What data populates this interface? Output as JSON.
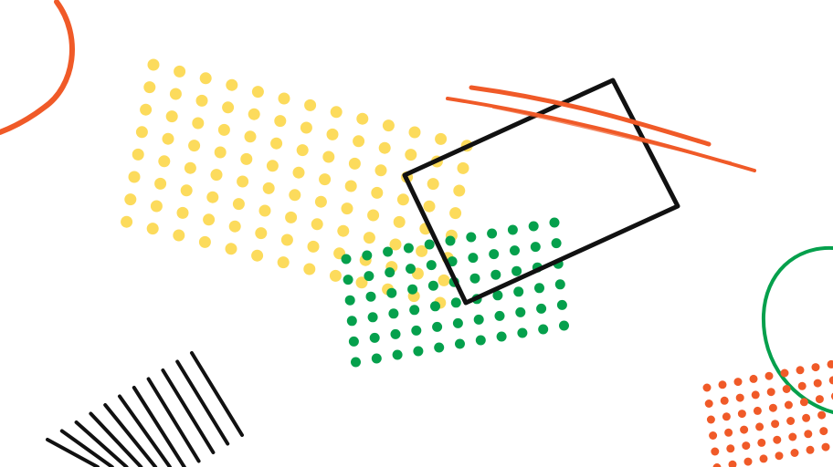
{
  "background": "#ffffff",
  "colors": {
    "yellow": "#fcdb5c",
    "green": "#05a04c",
    "orange": "#f05a28",
    "black": "#111111"
  },
  "elements": [
    {
      "name": "orange-circle-top-left",
      "type": "circle-stroke",
      "color": "orange"
    },
    {
      "name": "yellow-dot-grid",
      "type": "dot-grid",
      "color": "yellow"
    },
    {
      "name": "green-dot-grid",
      "type": "dot-grid",
      "color": "green"
    },
    {
      "name": "black-rotated-rectangle",
      "type": "rectangle-stroke",
      "color": "black"
    },
    {
      "name": "orange-double-strokes",
      "type": "brush-strokes",
      "color": "orange"
    },
    {
      "name": "black-hatch-lines",
      "type": "hatch-lines",
      "color": "black"
    },
    {
      "name": "green-circle-right",
      "type": "circle-stroke",
      "color": "green"
    },
    {
      "name": "orange-dot-grid-bottom-right",
      "type": "dot-grid",
      "color": "orange"
    }
  ]
}
